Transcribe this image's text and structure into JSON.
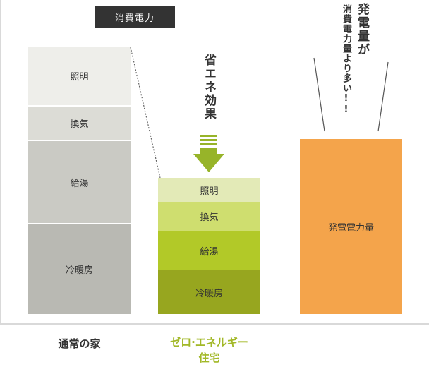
{
  "legend": "消費電力",
  "normal_house": {
    "label": "通常の家",
    "segments": [
      "照明",
      "換気",
      "給湯",
      "冷暖房"
    ]
  },
  "zeh": {
    "label_line1": "ゼロ·エネルギー",
    "label_line2": "住宅",
    "segments": [
      "照明",
      "換気",
      "給湯",
      "冷暖房"
    ]
  },
  "savings_label": "省エネ効果",
  "generation": {
    "bar_label": "発電電力量",
    "callout_line1": "発電量が",
    "callout_line2": "消費電力量より多い!!"
  },
  "colors": {
    "normal": [
      "#eeeeea",
      "#dcdcd6",
      "#cacac4",
      "#b9b9b3"
    ],
    "zeh": [
      "#e3eab7",
      "#cfde6f",
      "#b2c928",
      "#97a61f"
    ],
    "arrow": "#97b429",
    "generation_bar": "#f4a44b",
    "legend_bg": "#333333",
    "zeh_label": "#a2b827"
  }
}
